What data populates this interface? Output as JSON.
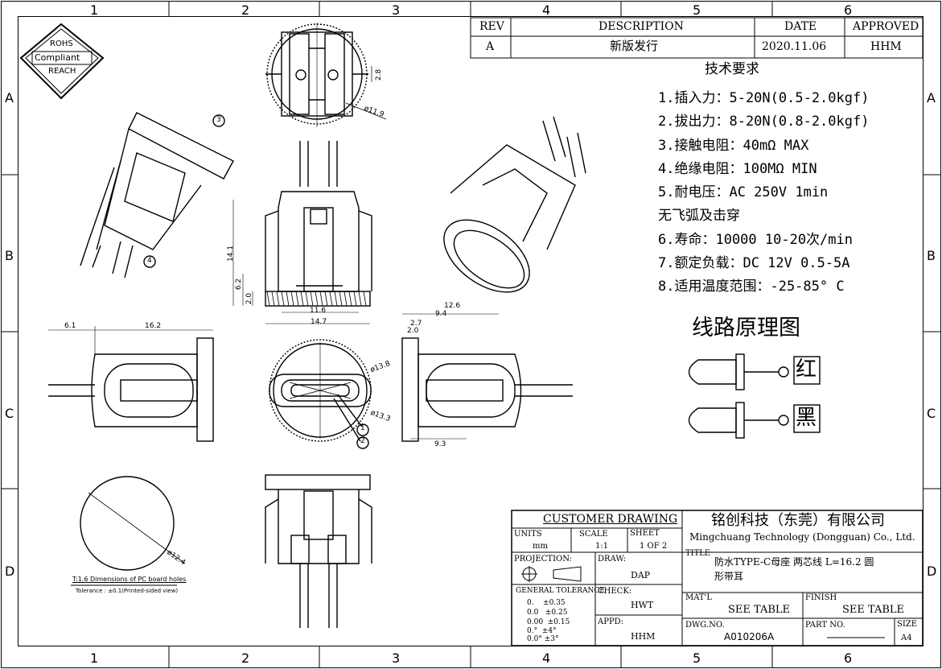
{
  "zones": {
    "cols": [
      "1",
      "2",
      "3",
      "4",
      "5",
      "6"
    ],
    "rows": [
      "A",
      "B",
      "C",
      "D"
    ]
  },
  "compliance": {
    "line1": "ROHS",
    "line2": "Compliant",
    "line3": "REACH"
  },
  "revision": {
    "headers": {
      "rev": "REV",
      "description": "DESCRIPTION",
      "date": "DATE",
      "approved": "APPROVED"
    },
    "row": {
      "rev": "A",
      "description": "新版发行",
      "date": "2020.11.06",
      "approved": "HHM"
    }
  },
  "requirements": {
    "title": "技术要求",
    "items": [
      "1.插入力：5-20N(0.5-2.0kgf)",
      "2.拔出力：8-20N(0.8-2.0kgf)",
      "3.接触电阻：40mΩ MAX",
      "4.绝缘电阻：100MΩ MIN",
      "5.耐电压：AC 250V 1min",
      "无飞弧及击穿",
      "6.寿命：10000 10-20次/min",
      "7.额定负载：DC 12V 0.5-5A",
      "8.适用温度范围：-25-85° C"
    ]
  },
  "schematic": {
    "title": "线路原理图",
    "wire1": "红",
    "wire2": "黑"
  },
  "balloons": [
    "1",
    "2",
    "3",
    "4"
  ],
  "dimensions": {
    "front_diameter": "ø11.9",
    "front_offset": "2.8",
    "side_height": "14.1",
    "side_h2": "6.2",
    "side_h3": "2.0",
    "side_w1": "11.6",
    "side_w2": "14.7",
    "left_a": "6.1",
    "left_b": "16.2",
    "right_a": "12.6",
    "right_b": "9.4",
    "right_c": "2.7",
    "right_d": "2.0",
    "right_e": "9.3",
    "mid_d1": "ø13.8",
    "mid_d2": "ø13.3",
    "pcb_d": "ø12.4"
  },
  "pcb_note": {
    "title": "T:1.6 Dimensions of PC board holes",
    "tolerance": "Tolerance : ±0.1(Printed-sided view)"
  },
  "title_block": {
    "customer_drawing": "CUSTOMER DRAWING",
    "company_cn": "铭创科技（东莞）有限公司",
    "company_en": "Mingchuang Technology (Dongguan) Co., Ltd.",
    "units_label": "UNITS",
    "units_value": "mm",
    "scale_label": "SCALE",
    "scale_value": "1:1",
    "sheet_label": "SHEET",
    "sheet_value": "1 OF 2",
    "title_label": "TITLE",
    "title_value_1": "防水TYPE-C母座 两芯线 L=16.2 圆",
    "title_value_2": "形带耳",
    "projection_label": "PROJECTION:",
    "draw_label": "DRAW:",
    "draw_value": "DAP",
    "check_label": "CHECK:",
    "check_value": "HWT",
    "appd_label": "APPD:",
    "appd_value": "HHM",
    "tolerance_label": "GENERAL  TOLERANCE",
    "tolerances": [
      "0.    ±0.35",
      "0.0   ±0.25",
      "0.00  ±0.15",
      "0.°  ±4°",
      "0.0° ±3°"
    ],
    "matl_label": "MAT'L",
    "matl_value": "SEE TABLE",
    "finish_label": "FINISH",
    "finish_value": "SEE TABLE",
    "dwg_label": "DWG.NO.",
    "dwg_value": "A010206A",
    "partno_label": "PART NO.",
    "size_label": "SIZE",
    "size_value": "A4"
  }
}
